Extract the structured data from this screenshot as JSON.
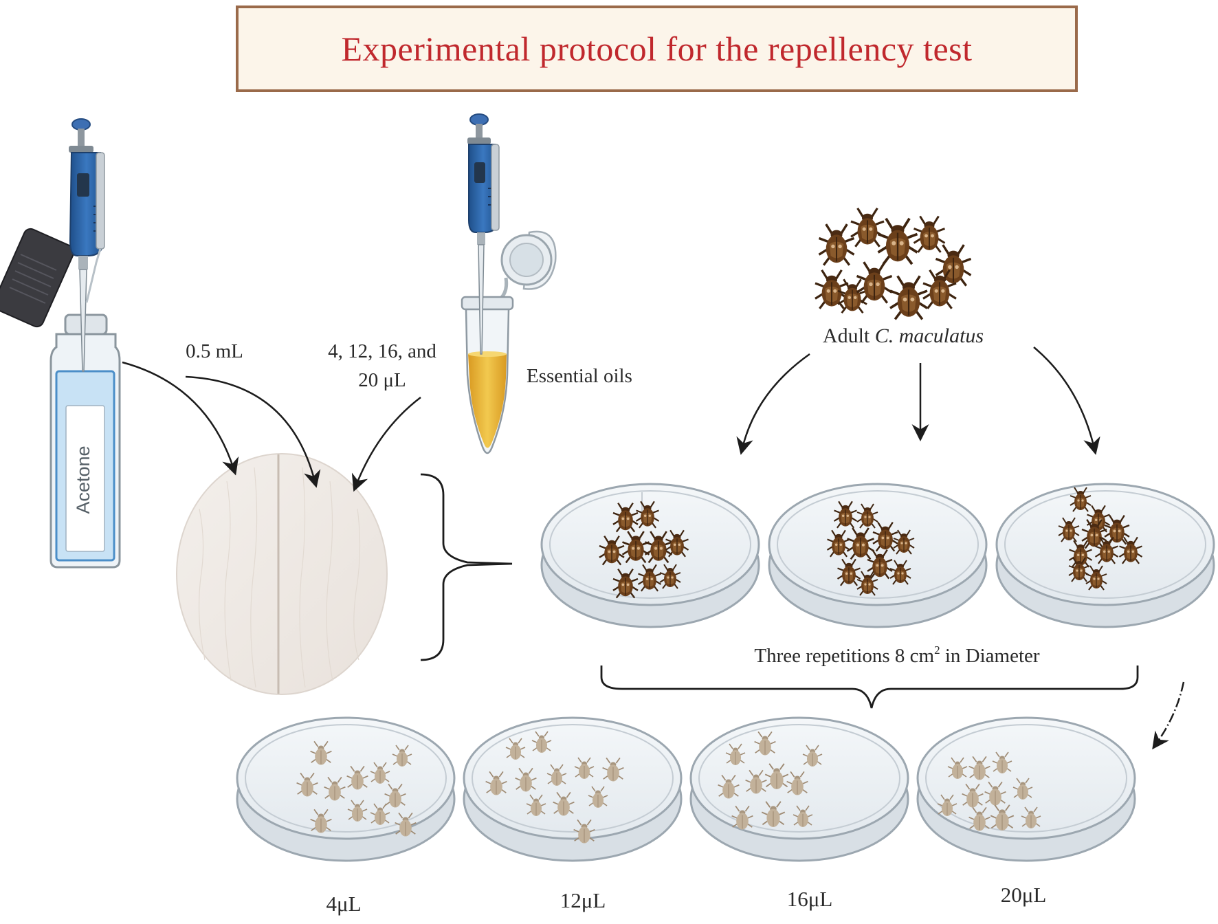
{
  "title": "Experimental protocol for the repellency  test",
  "bottle_label": "Acetone",
  "volume_acetone": "0.5 mL",
  "doses_line1": "4, 12, 16, and",
  "doses_line2": "20 μL",
  "essential_oils_label": "Essential oils",
  "insects_label_prefix": "Adult ",
  "insects_label_species": "C. maculatus",
  "repetitions_label_prefix": "Three repetitions 8 cm",
  "repetitions_label_sup": "2",
  "repetitions_label_suffix": " in Diameter",
  "dish_labels": [
    "4μL",
    "12μL",
    "16μL",
    "20μL"
  ],
  "colors": {
    "title_text": "#c0282d",
    "title_border": "#9a6a4a",
    "title_fill": "#fcf5ea",
    "pipette_blue": "#2f66a8",
    "oil_yellow": "#e8b53a",
    "beetle_dark": "#6b3f1a",
    "beetle_light": "#c2b19a",
    "dish_edge": "#a9b1b8"
  },
  "icons": [
    "pipette-icon",
    "acetone-bottle-icon",
    "eppendorf-tube-icon",
    "beetle-icon",
    "petri-dish-icon",
    "filter-paper-icon"
  ]
}
